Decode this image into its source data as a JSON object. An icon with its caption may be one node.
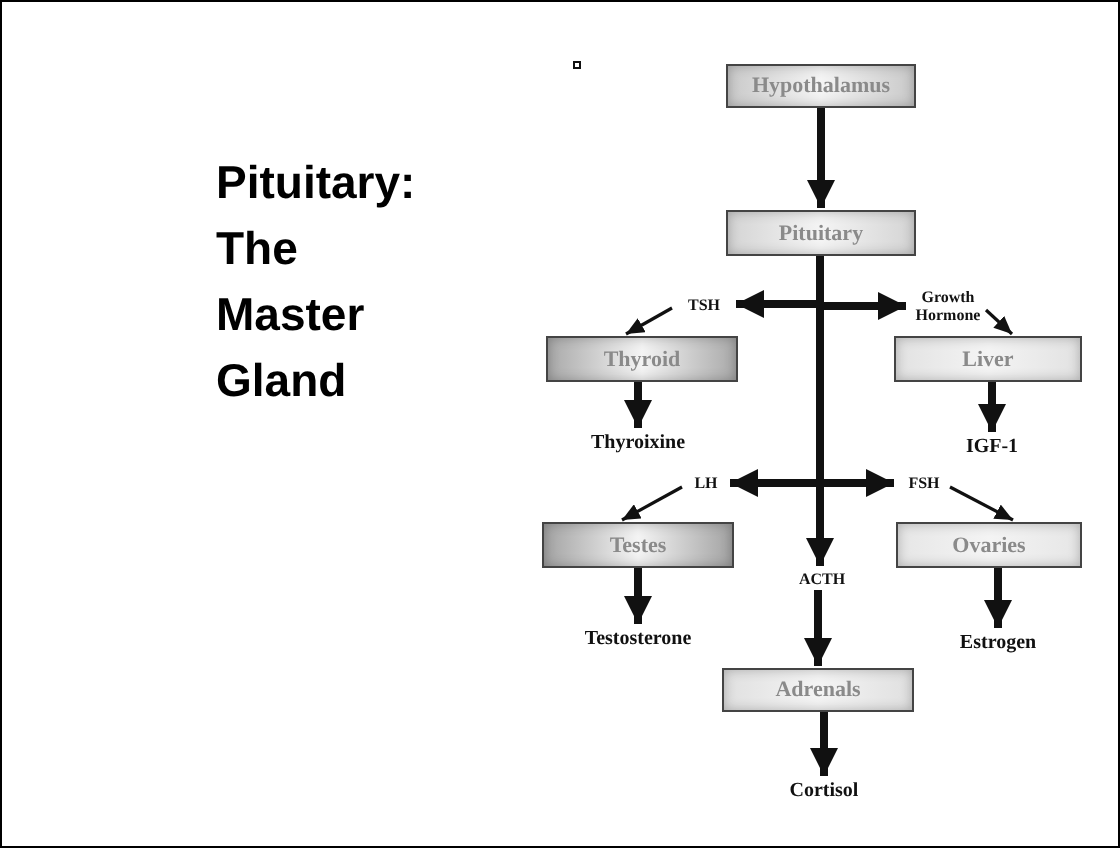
{
  "diagram": {
    "title": "Pituitary: The Master Gland",
    "nodes": [
      {
        "text": [
          "Hypothalamus"
        ]
      },
      {
        "text": [
          "Pituitary"
        ]
      },
      {
        "text": [
          "TSH"
        ]
      },
      {
        "text": [
          "Growth Hormone"
        ]
      },
      {
        "text": [
          "Thyroid"
        ]
      },
      {
        "text": [
          "Liver"
        ]
      },
      {
        "text": [
          "Thyroixine"
        ]
      },
      {
        "text": [
          "IGF-1"
        ]
      },
      {
        "text": [
          "LH"
        ]
      },
      {
        "text": [
          "FSH"
        ]
      },
      {
        "text": [
          "Testes"
        ]
      },
      {
        "text": [
          "Ovaries"
        ]
      },
      {
        "text": [
          "ACTH"
        ]
      },
      {
        "text": [
          "Testosterone"
        ]
      },
      {
        "text": [
          "Estrogen"
        ]
      },
      {
        "text": [
          "Adrenals"
        ]
      },
      {
        "text": [
          "Cortisol"
        ]
      }
    ],
    "edges": [
      {
        "from": 0,
        "to": 1,
        "arrow": "to"
      },
      {
        "from": 1,
        "to": 2,
        "arrow": "to"
      },
      {
        "from": 1,
        "to": 3,
        "arrow": "to"
      },
      {
        "from": 2,
        "to": 4,
        "arrow": "to"
      },
      {
        "from": 3,
        "to": 5,
        "arrow": "to"
      },
      {
        "from": 4,
        "to": 6,
        "arrow": "to"
      },
      {
        "from": 5,
        "to": 7,
        "arrow": "to"
      },
      {
        "from": 1,
        "to": 8,
        "arrow": "to"
      },
      {
        "from": 1,
        "to": 9,
        "arrow": "to"
      },
      {
        "from": 8,
        "to": 10,
        "arrow": "to"
      },
      {
        "from": 9,
        "to": 11,
        "arrow": "to"
      },
      {
        "from": 1,
        "to": 12,
        "arrow": "to"
      },
      {
        "from": 10,
        "to": 13,
        "arrow": "to"
      },
      {
        "from": 11,
        "to": 14,
        "arrow": "to"
      },
      {
        "from": 12,
        "to": 15,
        "arrow": "to"
      },
      {
        "from": 15,
        "to": 16,
        "arrow": "to"
      }
    ]
  }
}
